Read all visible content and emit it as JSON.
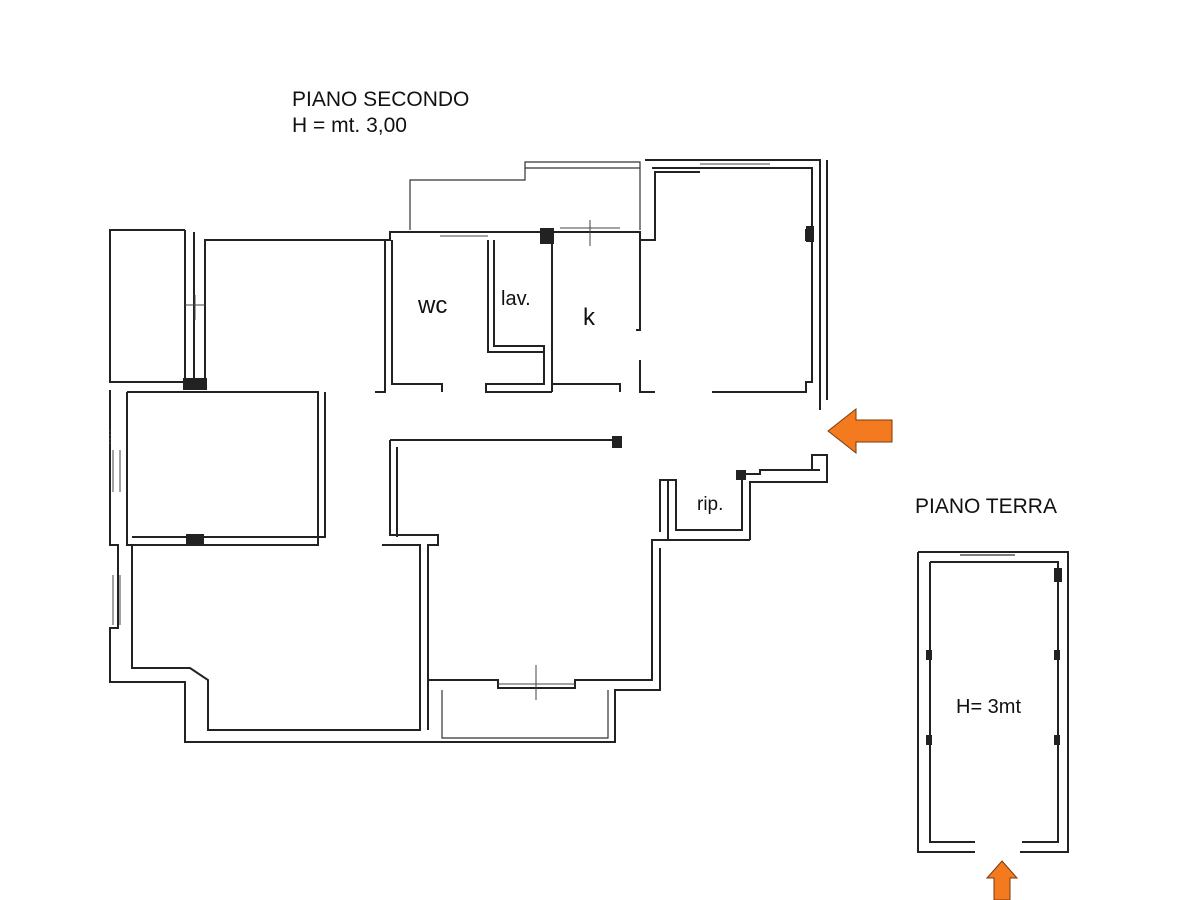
{
  "floors": {
    "second": {
      "title": "PIANO SECONDO",
      "height": "H = mt. 3,00",
      "rooms": [
        "wc",
        "lav.",
        "k",
        "rip."
      ]
    },
    "ground": {
      "title": "PIANO TERRA",
      "height": "H= 3mt"
    }
  },
  "colors": {
    "entrance_arrow": "#f47a20",
    "walls": "#222222",
    "background": "#ffffff"
  }
}
